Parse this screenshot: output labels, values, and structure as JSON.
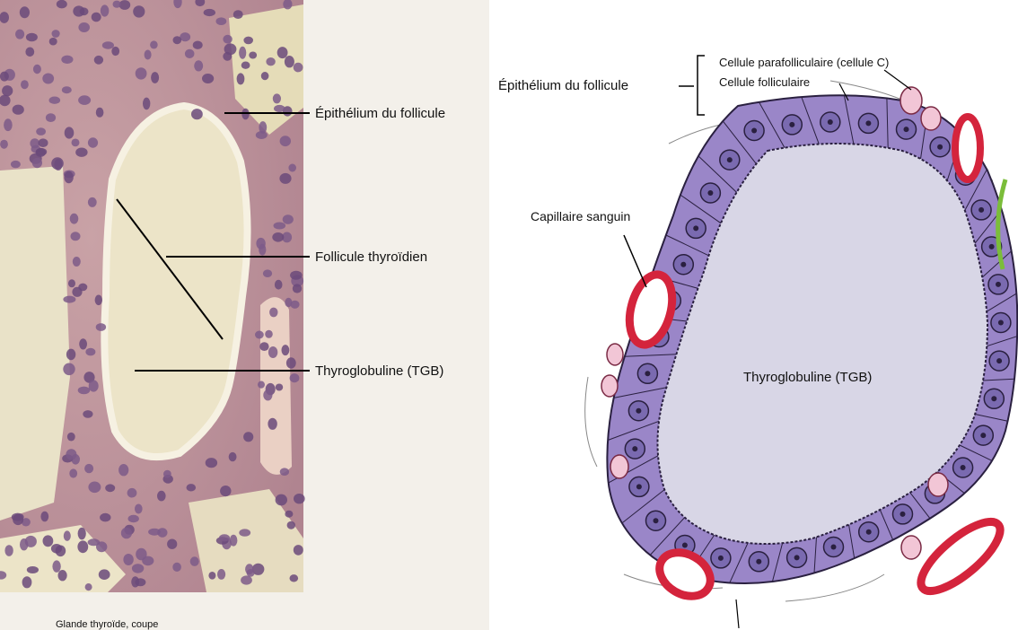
{
  "histology": {
    "labels": {
      "epithelium": "Épithélium du follicule",
      "follicle": "Follicule thyroïdien",
      "thyroglobulin": "Thyroglobuline (TGB)"
    },
    "bottom_caption": "Glande thyroïde, coupe"
  },
  "schematic": {
    "labels": {
      "epithelium": "Épithélium du follicule",
      "parafollicular_cell": "Cellule parafolliculaire (cellule C)",
      "follicular_cell": "Cellule folliculaire",
      "capillary": "Capillaire sanguin",
      "thyroglobulin": "Thyroglobuline (TGB)"
    }
  },
  "colors": {
    "epithelium_fill": "#9a86c8",
    "nucleus_fill": "#6a5aa0",
    "colloid_fill": "#d8d6e6",
    "capillary_red": "#d4243c",
    "parafollicular_pink": "#f2c6d6",
    "histo_background": "#c49a9a",
    "histo_colloid": "#eee7cf"
  }
}
